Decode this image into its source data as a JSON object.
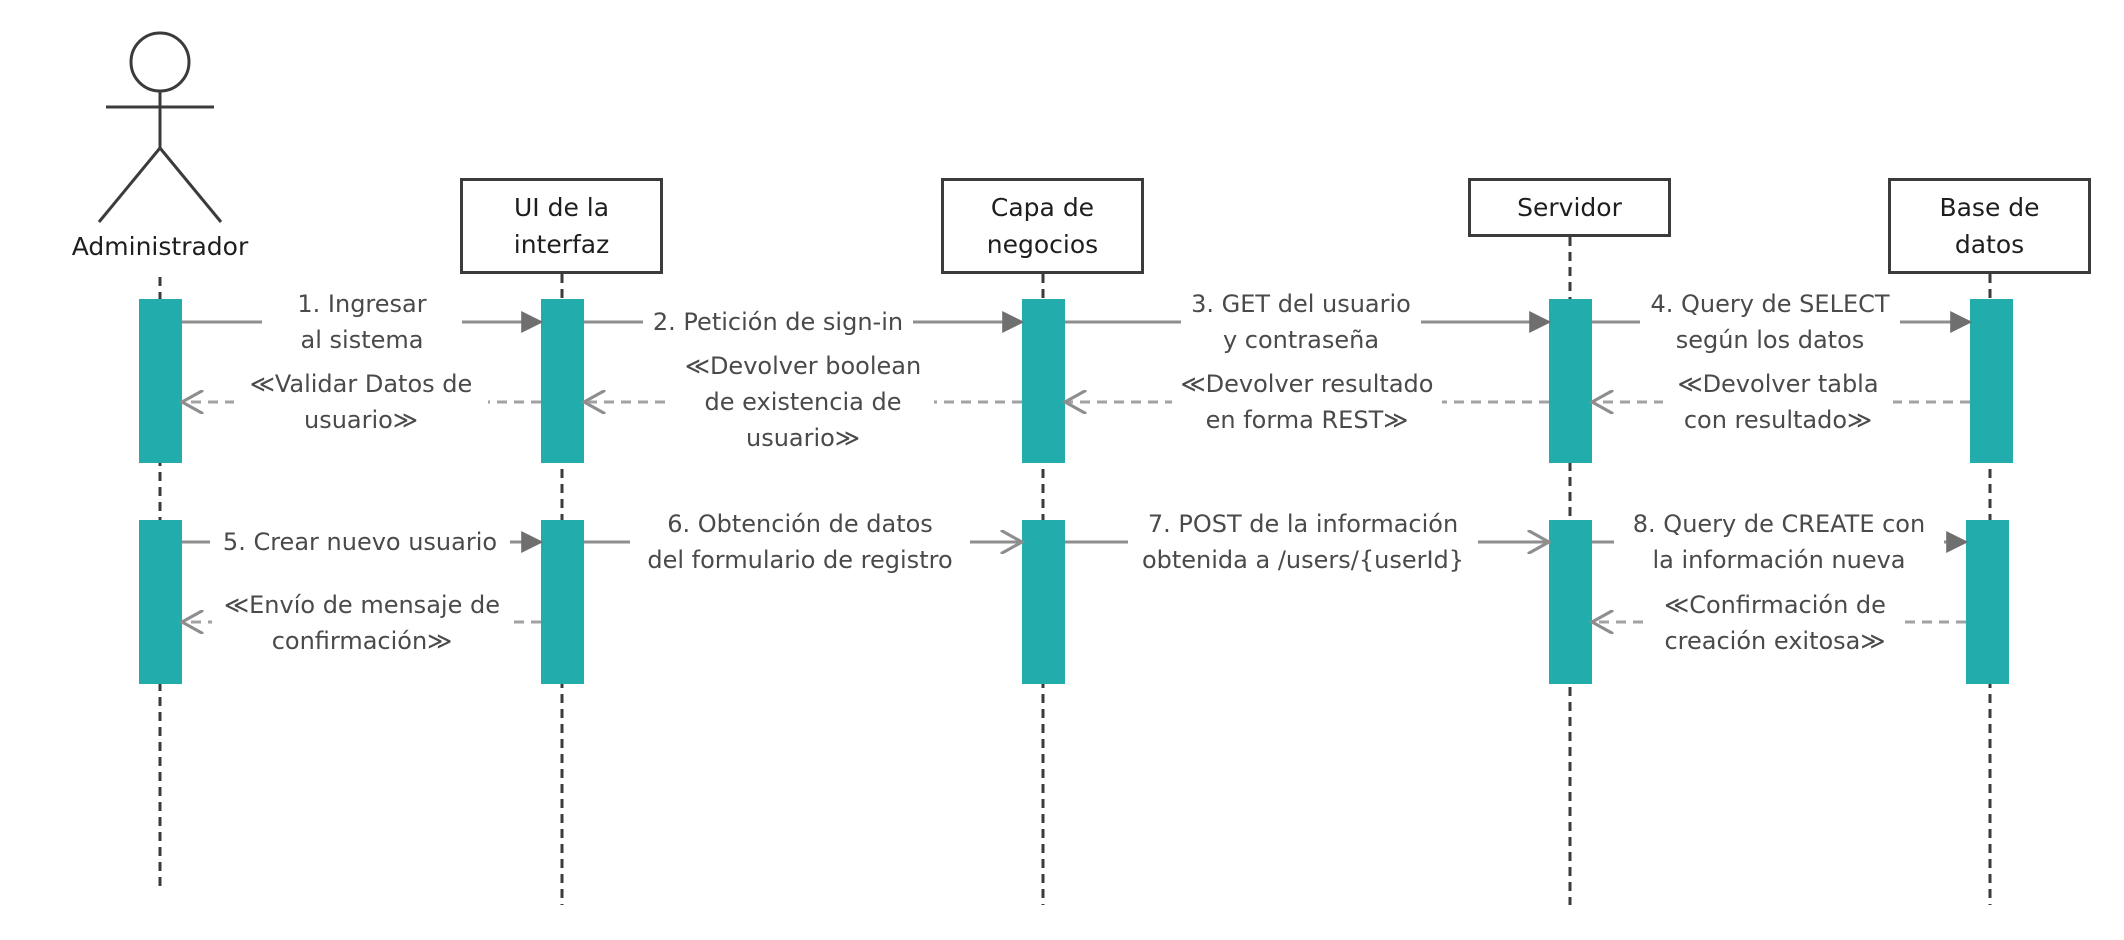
{
  "actor": {
    "name": "Administrador"
  },
  "lifelines": [
    {
      "id": "ui",
      "label": "UI de la\ninterfaz"
    },
    {
      "id": "negocios",
      "label": "Capa de\nnegocios"
    },
    {
      "id": "servidor",
      "label": "Servidor"
    },
    {
      "id": "datos",
      "label": "Base de\ndatos"
    }
  ],
  "messages": [
    {
      "id": "m1",
      "text": "1. Ingresar\nal sistema"
    },
    {
      "id": "m2",
      "text": "2. Petición de sign-in"
    },
    {
      "id": "m3",
      "text": "3. GET del usuario\ny contraseña"
    },
    {
      "id": "m4",
      "text": "4. Query de SELECT\nsegún los datos"
    },
    {
      "id": "r4",
      "text": "≪Devolver tabla\ncon resultado≫"
    },
    {
      "id": "r3",
      "text": "≪Devolver resultado\nen forma REST≫"
    },
    {
      "id": "r2",
      "text": "≪Devolver boolean\nde existencia de\nusuario≫"
    },
    {
      "id": "r1",
      "text": "≪Validar Datos de\nusuario≫"
    },
    {
      "id": "m5",
      "text": "5. Crear nuevo usuario"
    },
    {
      "id": "m6",
      "text": "6. Obtención de datos\ndel formulario de registro"
    },
    {
      "id": "m7",
      "text": "7. POST de la información\nobtenida a /users/{userId}"
    },
    {
      "id": "m8",
      "text": "8. Query de CREATE con\nla información nueva"
    },
    {
      "id": "r8",
      "text": "≪Confirmación de\ncreación exitosa≫"
    },
    {
      "id": "r5",
      "text": "≪Envío de mensaje de\nconfirmación≫"
    }
  ],
  "colors": {
    "activation": "#22adac",
    "line": "#3b3b3b",
    "arrow_solid": "#8e8e8e",
    "arrow_dashed": "#a2a2a2"
  }
}
